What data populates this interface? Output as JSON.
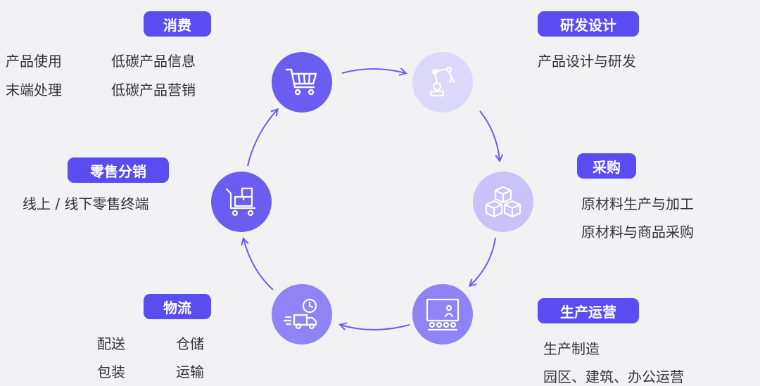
{
  "colors": {
    "accent": "#5a4cf0",
    "node_dark": "#6b5cf2",
    "node_mid": "#8f83f5",
    "node_light": "#c9c3fa",
    "node_pale": "#dcd8fb",
    "arrow": "#6b5cf2"
  },
  "consumption": {
    "tag": "消费",
    "items": [
      "产品使用",
      "低碳产品信息",
      "末端处理",
      "低碳产品营销"
    ],
    "icon": "shopping-cart-icon"
  },
  "rnd": {
    "tag": "研发设计",
    "items": [
      "产品设计与研发"
    ],
    "icon": "robot-arm-icon"
  },
  "procurement": {
    "tag": "采购",
    "items": [
      "原材料生产与加工",
      "原材料与商品采购"
    ],
    "icon": "boxes-icon"
  },
  "production": {
    "tag": "生产运营",
    "items": [
      "生产制造",
      "园区、建筑、办公运营"
    ],
    "icon": "presentation-board-icon"
  },
  "logistics": {
    "tag": "物流",
    "items": [
      "配送",
      "仓储",
      "包装",
      "运输"
    ],
    "icon": "delivery-truck-icon"
  },
  "retail": {
    "tag": "零售分销",
    "items": [
      "线上 / 线下零售终端"
    ],
    "icon": "cart-trolley-icon"
  }
}
